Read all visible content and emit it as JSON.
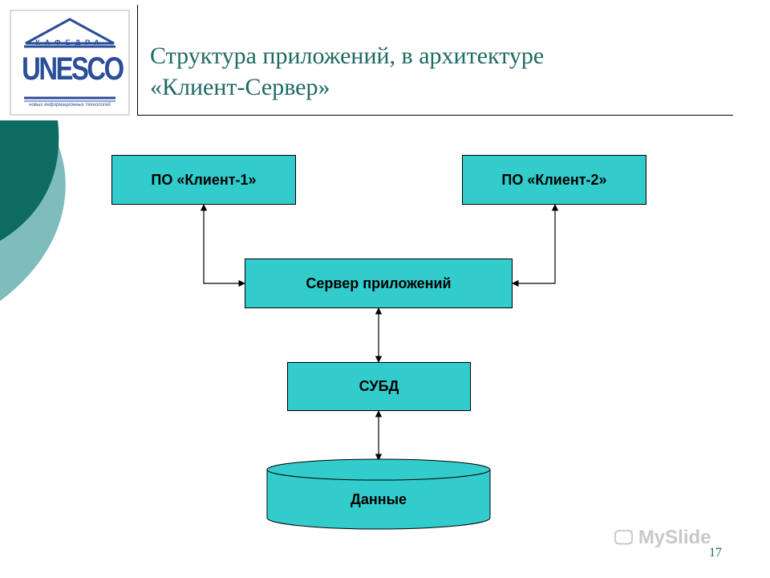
{
  "header": {
    "title_line1": "Структура приложений, в архитектуре",
    "title_line2": "«Клиент-Сервер»"
  },
  "logo": {
    "arc_text": "КАФЕДРА",
    "main_text": "UNESCO",
    "sub_text": "новых информационных технологий"
  },
  "diagram": {
    "client1": "ПО «Клиент-1»",
    "client2": "ПО «Клиент-2»",
    "app_server": "Сервер приложений",
    "dbms": "СУБД",
    "data_store": "Данные"
  },
  "footer": {
    "watermark": "MySlide",
    "page_number": "17"
  },
  "colors": {
    "box_fill": "#33cccc",
    "title_color": "#1f6a63",
    "deco_dark": "#0e6b62",
    "deco_light": "#7fbcbc"
  }
}
